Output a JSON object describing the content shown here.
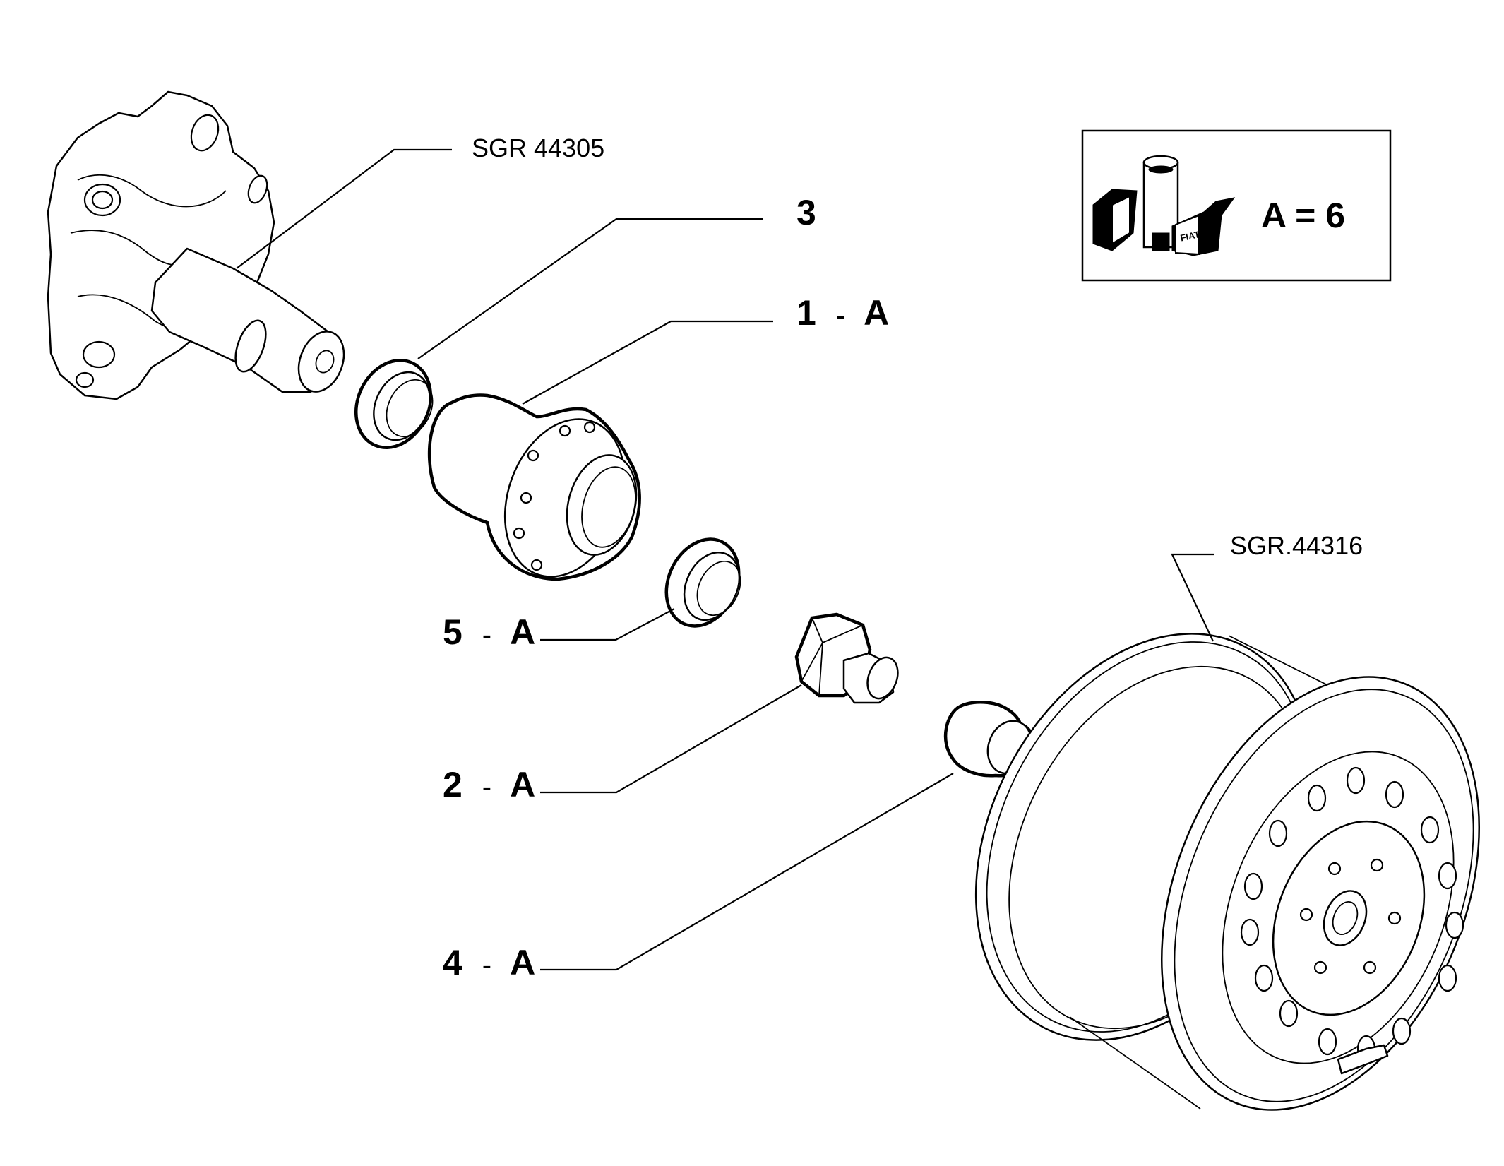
{
  "references": {
    "spindle": "SGR 44305",
    "wheel": "SGR.44316"
  },
  "callouts": [
    {
      "number": "3",
      "suffix": ""
    },
    {
      "number": "1",
      "suffix": "A"
    },
    {
      "number": "5",
      "suffix": "A"
    },
    {
      "number": "2",
      "suffix": "A"
    },
    {
      "number": "4",
      "suffix": "A"
    }
  ],
  "legend": {
    "quantity_text": "A = 6",
    "logo_text": "FIAT",
    "icon": "fiat-parts-box-icon"
  },
  "separator": "-"
}
